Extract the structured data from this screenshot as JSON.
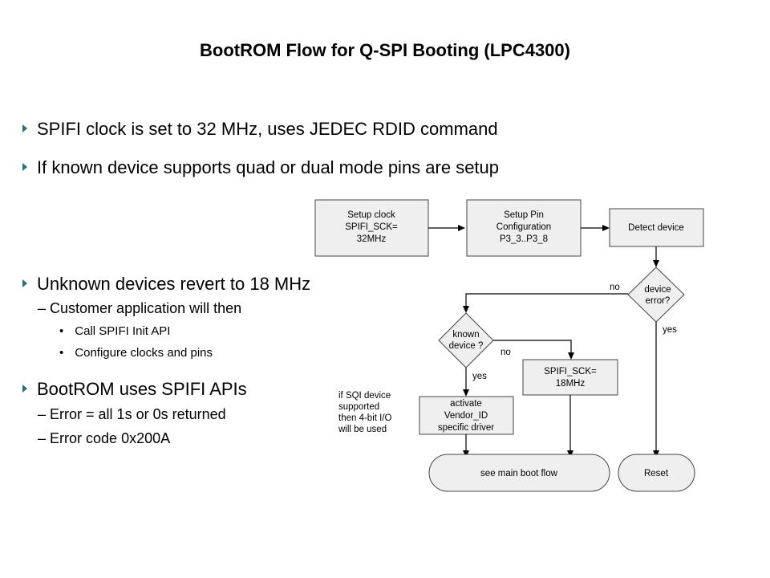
{
  "slide": {
    "title": "BootROM Flow for Q-SPI Booting (LPC4300)",
    "bullets": [
      {
        "text": "SPIFI clock is set to 32 MHz, uses JEDEC RDID command"
      },
      {
        "text": "If known device supports quad or dual mode pins are setup"
      },
      {
        "text": "Unknown devices revert to 18 MHz",
        "sub": [
          {
            "text": "Customer application will then",
            "sub": [
              "Call SPIFI Init API",
              "Configure clocks and pins"
            ]
          }
        ]
      },
      {
        "text": "BootROM uses SPIFI APIs",
        "sub": [
          {
            "text": "Error = all 1s or 0s returned"
          },
          {
            "text": "Error code 0x200A"
          }
        ]
      }
    ],
    "dash": "–",
    "dot": "•",
    "bullet_color": "#2f6f6a"
  },
  "flow": {
    "setup_clock": [
      "Setup clock",
      "SPIFI_SCK=",
      "32MHz"
    ],
    "setup_pin": [
      "Setup Pin",
      "Configuration",
      "P3_3..P3_8"
    ],
    "detect": [
      "Detect device"
    ],
    "device_error": [
      "device",
      "error?"
    ],
    "known_device": [
      "known",
      "device ?"
    ],
    "sck18": [
      "SPIFI_SCK=",
      "18MHz"
    ],
    "activate": [
      "activate",
      "Vendor_ID",
      "specific driver"
    ],
    "main_boot": "see main boot flow",
    "reset": "Reset",
    "labels": {
      "no1": "no",
      "yes1": "yes",
      "no2": "no",
      "yes2": "yes"
    },
    "note": [
      "if SQI device",
      "supported",
      "then 4-bit I/O",
      "will be used"
    ],
    "box_fill": "#efefef"
  }
}
